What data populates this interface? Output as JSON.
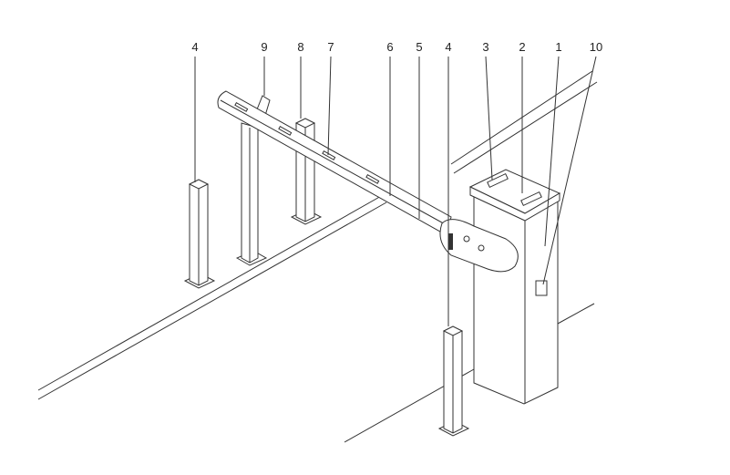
{
  "callouts": [
    {
      "number": "4",
      "part": "photocell-post"
    },
    {
      "number": "9",
      "part": "beam-support"
    },
    {
      "number": "8",
      "part": "post"
    },
    {
      "number": "7",
      "part": "reflectors"
    },
    {
      "number": "6",
      "part": "beam"
    },
    {
      "number": "5",
      "part": "beam-edge"
    },
    {
      "number": "4",
      "part": "photocell-post"
    },
    {
      "number": "3",
      "part": "flashing-light"
    },
    {
      "number": "2",
      "part": "cover"
    },
    {
      "number": "1",
      "part": "cabinet"
    },
    {
      "number": "10",
      "part": "key-release"
    }
  ]
}
